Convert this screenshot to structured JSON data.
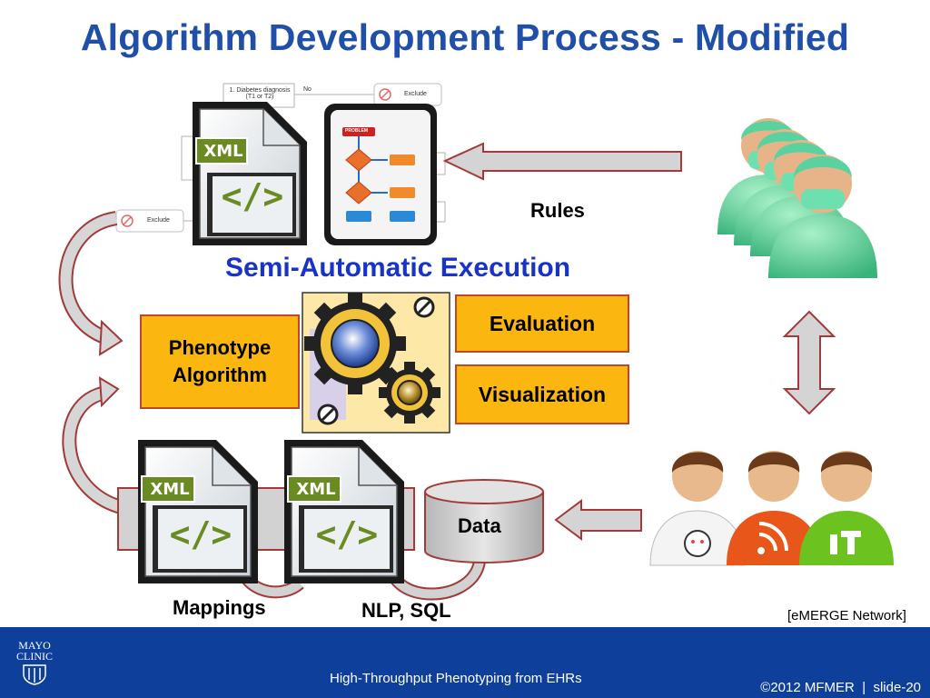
{
  "title": "Algorithm Development Process - Modified",
  "semi_automatic": "Semi-Automatic Execution",
  "boxes": {
    "phenotype": "Phenotype Algorithm",
    "evaluation": "Evaluation",
    "visualization": "Visualization"
  },
  "labels": {
    "rules": "Rules",
    "mappings": "Mappings",
    "nlp_sql": "NLP, SQL",
    "data": "Data",
    "emerge": "[eMERGE Network]"
  },
  "doc_icon_text": {
    "xml": "XML",
    "code": "</>"
  },
  "flowchart_snippets": {
    "diagnosis": "1. Diabetes diagnosis (T1 or T2)",
    "no": "No",
    "exclude": "Exclude",
    "problem": "PROBLEM"
  },
  "footer": {
    "center": "High-Throughput Phenotyping from EHRs",
    "copyright": "©2012 MFMER",
    "separator": "|",
    "slide": "slide-20",
    "logo_line1": "MAYO",
    "logo_line2": "CLINIC"
  },
  "colors": {
    "title_blue": "#1f4fa8",
    "semi_blue": "#1833c8",
    "box_orange": "#fbb60f",
    "box_border": "#c0452d",
    "footer_blue": "#0e3f9b",
    "arrow_fill": "#d2d2d2",
    "arrow_border": "#a33a3a"
  }
}
